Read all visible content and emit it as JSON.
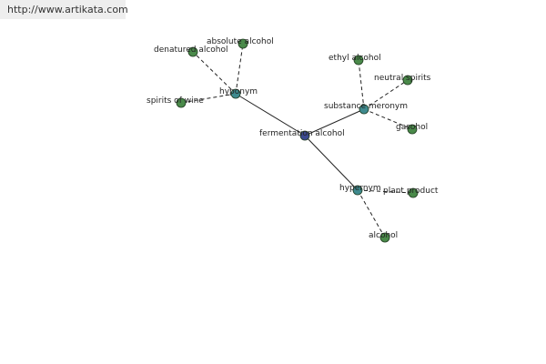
{
  "source": {
    "url_text": "http://www.artikata.com"
  },
  "colors": {
    "center_node": "#3b4a8f",
    "relation_node": "#3f8a8e",
    "leaf_node": "#4a8a4a",
    "edge": "#222222",
    "source_bar": "#eeeeee"
  },
  "graph": {
    "center": {
      "id": "fermentation-alcohol",
      "label": "fermentation alcohol"
    },
    "relations": [
      {
        "id": "hyponym",
        "label": "hyponym",
        "children": [
          {
            "id": "denatured-alcohol",
            "label": "denatured alcohol"
          },
          {
            "id": "absolute-alcohol",
            "label": "absolute alcohol"
          },
          {
            "id": "spirits-of-wine",
            "label": "spirits of wine"
          }
        ]
      },
      {
        "id": "substance-meronym",
        "label": "substance meronym",
        "children": [
          {
            "id": "ethyl-alcohol",
            "label": "ethyl alcohol"
          },
          {
            "id": "neutral-spirits",
            "label": "neutral spirits"
          },
          {
            "id": "gasohol",
            "label": "gasohol"
          }
        ]
      },
      {
        "id": "hypernym",
        "label": "hypernym",
        "children": [
          {
            "id": "plant-product",
            "label": "plant product"
          },
          {
            "id": "alcohol",
            "label": "alcohol"
          }
        ]
      }
    ]
  }
}
